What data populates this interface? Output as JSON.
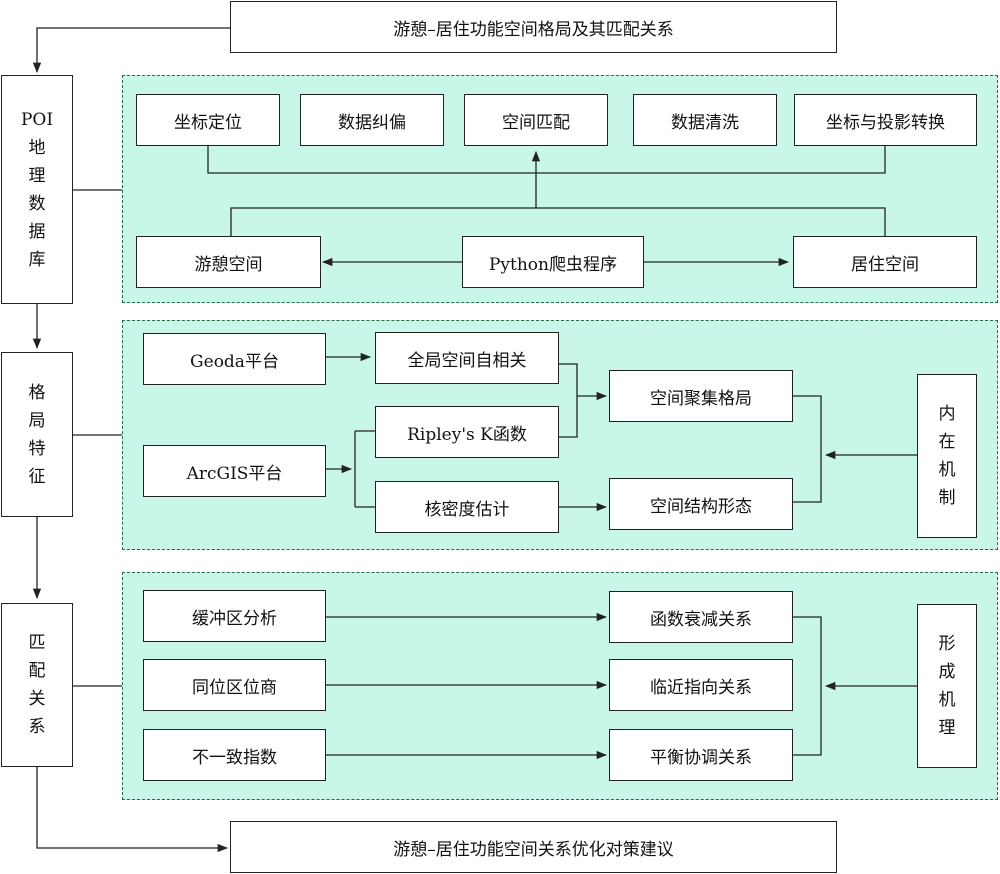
{
  "title_top": "游憩–居住功能空间格局及其匹配关系",
  "title_bottom": "游憩–居住功能空间关系优化对策建议",
  "side_labels": {
    "poi": [
      "POI",
      "地",
      "理",
      "数",
      "据",
      "库"
    ],
    "pattern": [
      "格",
      "局",
      "特",
      "征"
    ],
    "match": [
      "匹",
      "配",
      "关",
      "系"
    ]
  },
  "poi_section": {
    "steps": [
      "坐标定位",
      "数据纠偏",
      "空间匹配",
      "数据清洗",
      "坐标与投影转换"
    ],
    "crawler": "Python爬虫程序",
    "left": "游憩空间",
    "right": "居住空间"
  },
  "pattern_section": {
    "geoda": "Geoda平台",
    "arcgis": "ArcGIS平台",
    "global_autocorr": "全局空间自相关",
    "ripley": "Ripley's K函数",
    "kde": "核密度估计",
    "cluster": "空间聚集格局",
    "structure": "空间结构形态",
    "mechanism": [
      "内",
      "在",
      "机",
      "制"
    ]
  },
  "match_section": {
    "methods": [
      "缓冲区分析",
      "同位区位商",
      "不一致指数"
    ],
    "results": [
      "函数衰减关系",
      "临近指向关系",
      "平衡协调关系"
    ],
    "mechanism": [
      "形",
      "成",
      "机",
      "理"
    ]
  }
}
